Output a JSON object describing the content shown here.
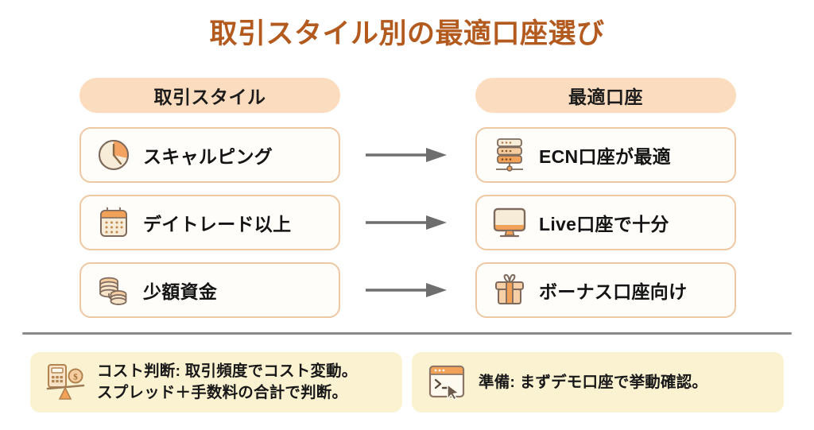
{
  "title": "取引スタイル別の最適口座選び",
  "columns": {
    "left_header": "取引スタイル",
    "right_header": "最適口座"
  },
  "rows": [
    {
      "style": {
        "label": "スキャルピング",
        "icon": "clock-icon"
      },
      "account": {
        "label": "ECN口座が最適",
        "icon": "server-rack-icon"
      },
      "arrow": "arrow-right-icon"
    },
    {
      "style": {
        "label": "デイトレード以上",
        "icon": "calendar-icon"
      },
      "account": {
        "label": "Live口座で十分",
        "icon": "desktop-monitor-icon"
      },
      "arrow": "arrow-right-icon"
    },
    {
      "style": {
        "label": "少額資金",
        "icon": "coins-stack-icon"
      },
      "account": {
        "label": "ボーナス口座向け",
        "icon": "gift-box-icon"
      },
      "arrow": "arrow-right-icon"
    }
  ],
  "notes": [
    {
      "icon": "balance-scale-calculator-icon",
      "line1": "コスト判断: 取引頻度でコスト変動。",
      "line2": "スプレッド＋手数料の合計で判断。"
    },
    {
      "icon": "terminal-window-cursor-icon",
      "line1": "準備: まずデモ口座で挙動確認。",
      "line2": ""
    }
  ],
  "colors": {
    "title": "#b35a1f",
    "header_bar": "#fbdcbe",
    "card_border": "#edc8a3",
    "card_bg": "#fffdf9",
    "note_bg": "#fbf2d2",
    "arrow": "#6e6e6e",
    "divider": "#8a8a8a",
    "icon_outline": "#8a7566",
    "icon_orange": "#f0a15c",
    "icon_orange_dark": "#e08b3f",
    "icon_cream": "#f7ecd8"
  }
}
